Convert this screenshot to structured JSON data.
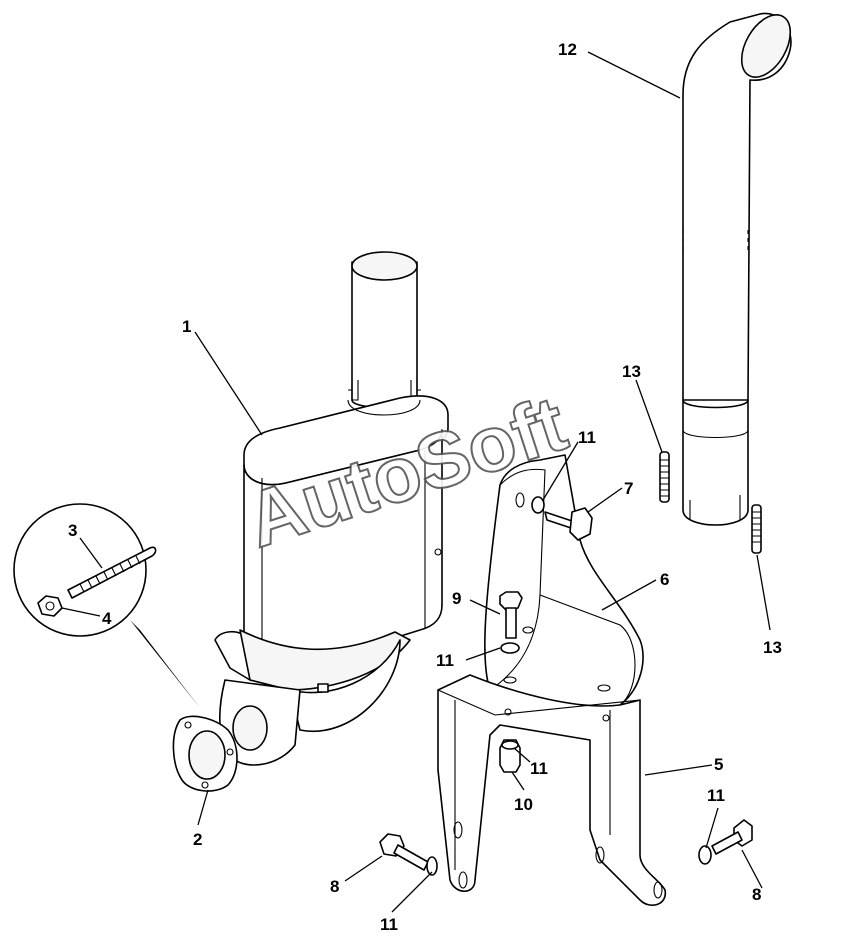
{
  "callouts": [
    {
      "id": "c1",
      "label": "1"
    },
    {
      "id": "c2",
      "label": "2"
    },
    {
      "id": "c3",
      "label": "3"
    },
    {
      "id": "c4",
      "label": "4"
    },
    {
      "id": "c5",
      "label": "5"
    },
    {
      "id": "c6",
      "label": "6"
    },
    {
      "id": "c7",
      "label": "7"
    },
    {
      "id": "c8a",
      "label": "8"
    },
    {
      "id": "c8b",
      "label": "8"
    },
    {
      "id": "c9",
      "label": "9"
    },
    {
      "id": "c10",
      "label": "10"
    },
    {
      "id": "c11a",
      "label": "11"
    },
    {
      "id": "c11b",
      "label": "11"
    },
    {
      "id": "c11c",
      "label": "11"
    },
    {
      "id": "c11d",
      "label": "11"
    },
    {
      "id": "c11e",
      "label": "11"
    },
    {
      "id": "c12",
      "label": "12"
    },
    {
      "id": "c13a",
      "label": "13"
    },
    {
      "id": "c13b",
      "label": "13"
    }
  ],
  "watermark": "AutoSoft"
}
